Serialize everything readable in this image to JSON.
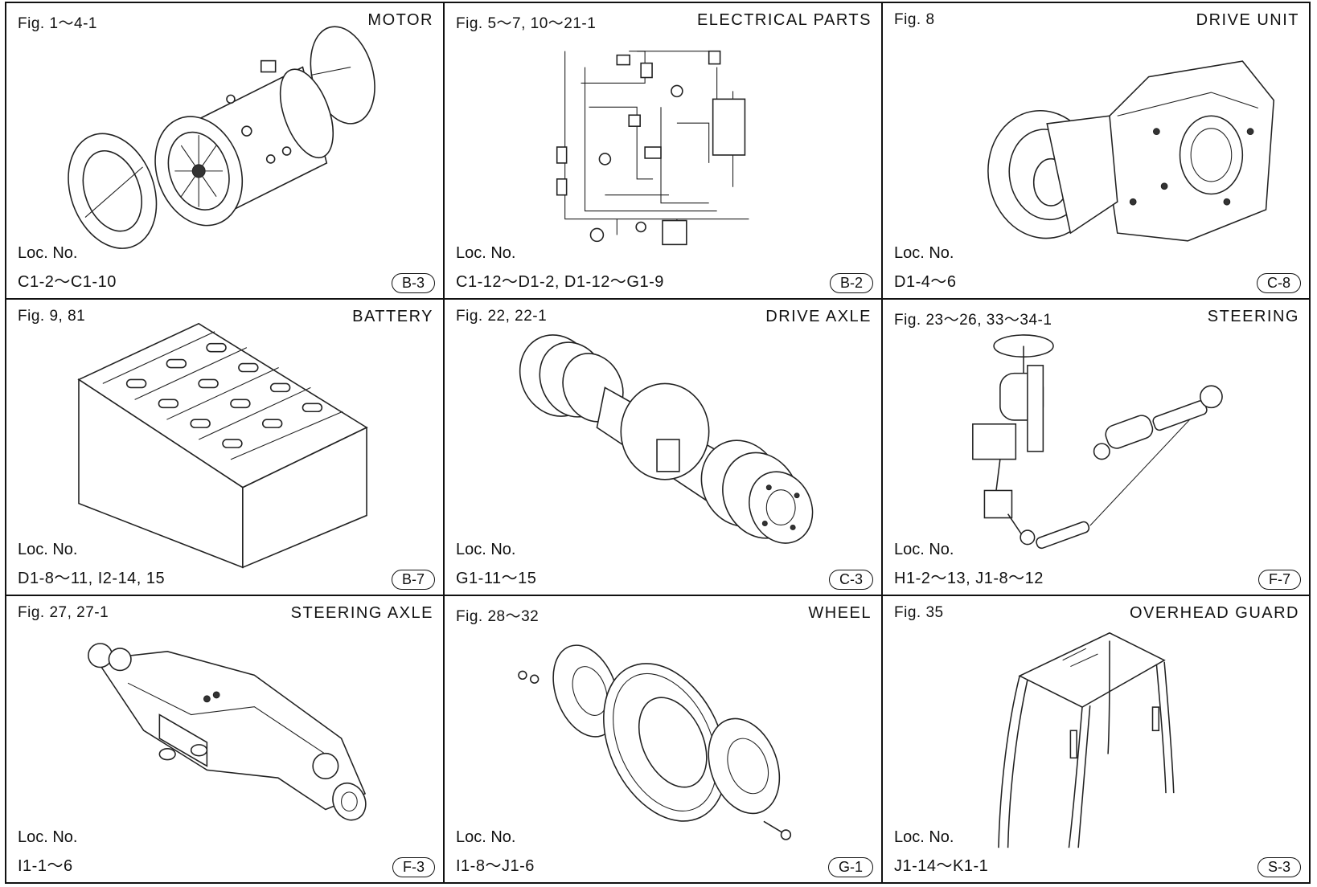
{
  "cells": [
    {
      "fig": "Fig. 1～4-1",
      "title": "MOTOR",
      "loc_label": "Loc. No.",
      "loc_value": "C1-2～C1-10",
      "code": "B-3",
      "illustration": "motor-drawing"
    },
    {
      "fig": "Fig. 5～7, 10～21-1",
      "title": "ELECTRICAL PARTS",
      "loc_label": "Loc. No.",
      "loc_value": "C1-12～D1-2, D1-12～G1-9",
      "code": "B-2",
      "illustration": "electrical-parts-drawing"
    },
    {
      "fig": "Fig. 8",
      "title": "DRIVE UNIT",
      "loc_label": "Loc. No.",
      "loc_value": "D1-4～6",
      "code": "C-8",
      "illustration": "drive-unit-drawing"
    },
    {
      "fig": "Fig. 9, 81",
      "title": "BATTERY",
      "loc_label": "Loc. No.",
      "loc_value": "D1-8～11, I2-14, 15",
      "code": "B-7",
      "illustration": "battery-drawing"
    },
    {
      "fig": "Fig. 22, 22-1",
      "title": "DRIVE AXLE",
      "loc_label": "Loc. No.",
      "loc_value": "G1-11～15",
      "code": "C-3",
      "illustration": "drive-axle-drawing"
    },
    {
      "fig": "Fig. 23～26, 33～34-1",
      "title": "STEERING",
      "loc_label": "Loc. No.",
      "loc_value": "H1-2～13, J1-8～12",
      "code": "F-7",
      "illustration": "steering-drawing"
    },
    {
      "fig": "Fig. 27, 27-1",
      "title": "STEERING AXLE",
      "loc_label": "Loc. No.",
      "loc_value": "I1-1～6",
      "code": "F-3",
      "illustration": "steering-axle-drawing"
    },
    {
      "fig": "Fig. 28～32",
      "title": "WHEEL",
      "loc_label": "Loc. No.",
      "loc_value": "I1-8～J1-6",
      "code": "G-1",
      "illustration": "wheel-drawing"
    },
    {
      "fig": "Fig. 35",
      "title": "OVERHEAD GUARD",
      "loc_label": "Loc. No.",
      "loc_value": "J1-14～K1-1",
      "code": "S-3",
      "illustration": "overhead-guard-drawing"
    }
  ]
}
